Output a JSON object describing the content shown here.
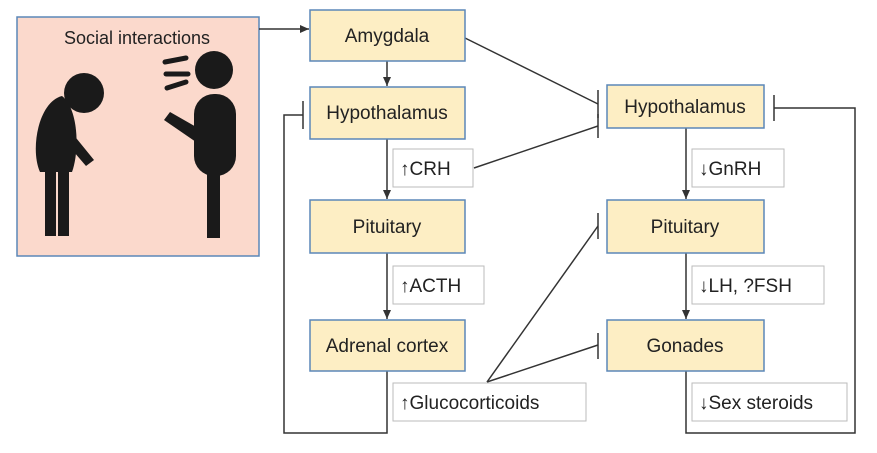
{
  "title": "Social interactions",
  "nodes": {
    "amygdala": "Amygdala",
    "hypothalamus_left": "Hypothalamus",
    "pituitary_left": "Pituitary",
    "adrenal_cortex": "Adrenal cortex",
    "hypothalamus_right": "Hypothalamus",
    "pituitary_right": "Pituitary",
    "gonades": "Gonades"
  },
  "labels": {
    "crh": "↑CRH",
    "acth": "↑ACTH",
    "glucocorticoids": "↑Glucocorticoids",
    "gnrh": "↓GnRH",
    "lh_fsh": "↓LH, ?FSH",
    "sex_steroids": "↓Sex steroids"
  },
  "colors": {
    "panel_fill": "#fbd9cc",
    "panel_border": "#5b87b8",
    "node_fill": "#fdeec4",
    "node_border": "#5b87b8",
    "figure": "#1a1a1a",
    "line": "#333333"
  }
}
